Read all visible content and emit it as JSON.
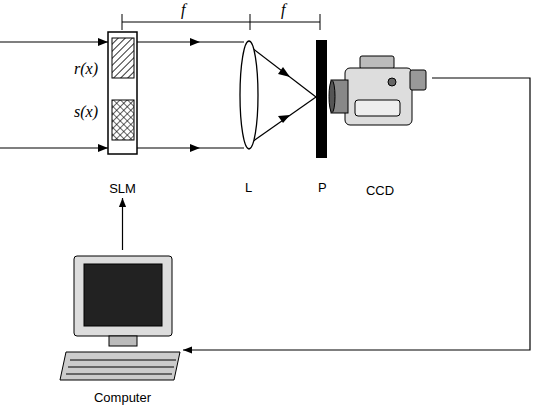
{
  "diagram": {
    "nodes": [
      {
        "text": [
          "SLM"
        ]
      },
      {
        "text": [
          "CCD"
        ]
      },
      {
        "text": [
          "Computer"
        ]
      }
    ],
    "edges": [
      {
        "from": 1,
        "to": 2,
        "arrow": "to"
      },
      {
        "from": 2,
        "to": 0,
        "arrow": "to"
      }
    ],
    "labels": [
      "f",
      "f",
      "r(x)",
      "s(x)",
      "L",
      "P"
    ]
  }
}
